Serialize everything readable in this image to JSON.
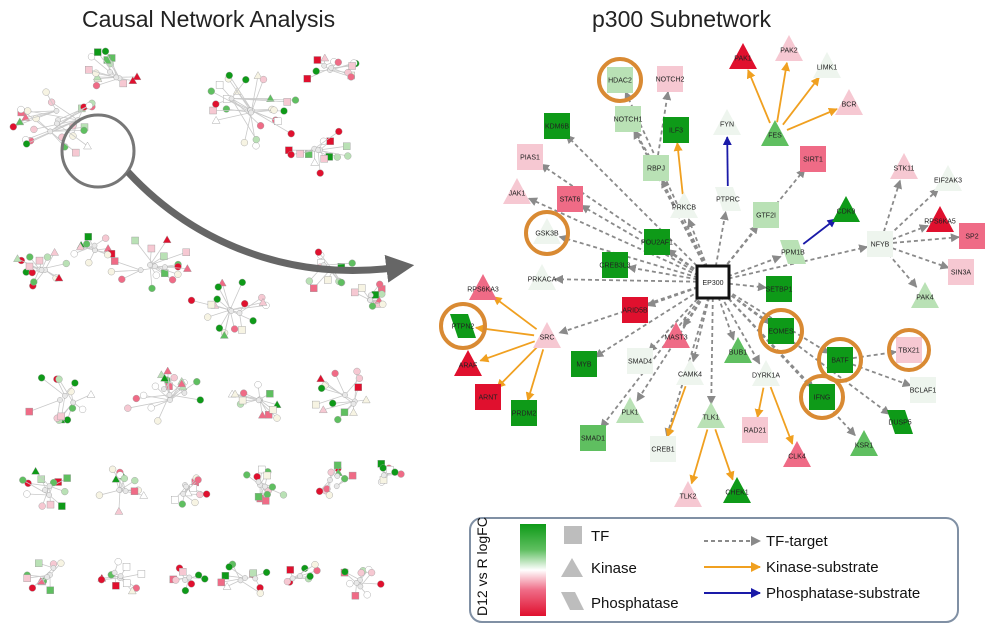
{
  "titles": {
    "left": "Causal Network Analysis",
    "right": "p300 Subnetwork"
  },
  "colors": {
    "up_strong": "#0e9a18",
    "up_mid": "#5fbf60",
    "up_light": "#b9e1b5",
    "neutral": "#eef5ee",
    "down_light": "#f6c8d2",
    "down_mid": "#ef6b86",
    "down_strong": "#e0102e",
    "highlight_ring": "#d98a33",
    "edge_tf": "#8a8a8a",
    "edge_kinase": "#f0a020",
    "edge_phosphatase": "#1a1aa8"
  },
  "hub": {
    "id": "EP300",
    "label": "EP300"
  },
  "nodes": [
    {
      "id": "PAK1",
      "label": "PAK1",
      "shape": "kinase",
      "color": "down_strong"
    },
    {
      "id": "PAK2",
      "label": "PAK2",
      "shape": "kinase",
      "color": "down_light"
    },
    {
      "id": "LIMK1",
      "label": "LIMK1",
      "shape": "kinase",
      "color": "neutral"
    },
    {
      "id": "BCR",
      "label": "BCR",
      "shape": "kinase",
      "color": "down_light"
    },
    {
      "id": "FES",
      "label": "FES",
      "shape": "kinase",
      "color": "up_mid"
    },
    {
      "id": "FYN",
      "label": "FYN",
      "shape": "kinase",
      "color": "neutral"
    },
    {
      "id": "HDAC2",
      "label": "HDAC2",
      "shape": "tf",
      "color": "up_light"
    },
    {
      "id": "NOTCH2",
      "label": "NOTCH2",
      "shape": "tf",
      "color": "down_light"
    },
    {
      "id": "NOTCH1",
      "label": "NOTCH1",
      "shape": "tf",
      "color": "up_light"
    },
    {
      "id": "ILF3",
      "label": "ILF3",
      "shape": "tf",
      "color": "up_strong"
    },
    {
      "id": "KDM6B",
      "label": "KDM6B",
      "shape": "tf",
      "color": "up_strong"
    },
    {
      "id": "RBPJ",
      "label": "RBPJ",
      "shape": "tf",
      "color": "up_light"
    },
    {
      "id": "PIAS1",
      "label": "PIAS1",
      "shape": "tf",
      "color": "down_light"
    },
    {
      "id": "SIRT1",
      "label": "SIRT1",
      "shape": "tf",
      "color": "down_mid"
    },
    {
      "id": "STK11",
      "label": "STK11",
      "shape": "kinase",
      "color": "down_light"
    },
    {
      "id": "EIF2AK3",
      "label": "EIF2AK3",
      "shape": "kinase",
      "color": "neutral"
    },
    {
      "id": "JAK1",
      "label": "JAK1",
      "shape": "kinase",
      "color": "down_light"
    },
    {
      "id": "STAT6",
      "label": "STAT6",
      "shape": "tf",
      "color": "down_mid"
    },
    {
      "id": "PRKCB",
      "label": "PRKCB",
      "shape": "kinase",
      "color": "neutral"
    },
    {
      "id": "PTPRC",
      "label": "PTPRC",
      "shape": "phosphatase",
      "color": "neutral"
    },
    {
      "id": "GTF2I",
      "label": "GTF2I",
      "shape": "tf",
      "color": "up_light"
    },
    {
      "id": "CDK9",
      "label": "CDK9",
      "shape": "kinase",
      "color": "up_strong"
    },
    {
      "id": "RPS6KA5",
      "label": "RPS6KA5",
      "shape": "kinase",
      "color": "down_strong"
    },
    {
      "id": "SP2",
      "label": "SP2",
      "shape": "tf",
      "color": "down_mid"
    },
    {
      "id": "NFYB",
      "label": "NFYB",
      "shape": "tf",
      "color": "neutral"
    },
    {
      "id": "GSK3B",
      "label": "GSK3B",
      "shape": "kinase",
      "color": "neutral"
    },
    {
      "id": "PPM1B",
      "label": "PPM1B",
      "shape": "phosphatase",
      "color": "up_light"
    },
    {
      "id": "SIN3A",
      "label": "SIN3A",
      "shape": "tf",
      "color": "down_light"
    },
    {
      "id": "CREB3L3",
      "label": "CREB3L3",
      "shape": "tf",
      "color": "up_strong"
    },
    {
      "id": "POU2AF1",
      "label": "POU2AF1",
      "shape": "tf",
      "color": "up_strong"
    },
    {
      "id": "PRKACA",
      "label": "PRKACA",
      "shape": "kinase",
      "color": "neutral"
    },
    {
      "id": "PAK4",
      "label": "PAK4",
      "shape": "kinase",
      "color": "up_light"
    },
    {
      "id": "RPS6KA3",
      "label": "RPS6KA3",
      "shape": "kinase",
      "color": "down_mid"
    },
    {
      "id": "SETBP1",
      "label": "SETBP1",
      "shape": "tf",
      "color": "up_strong"
    },
    {
      "id": "PTPN2",
      "label": "PTPN2",
      "shape": "phosphatase",
      "color": "up_strong"
    },
    {
      "id": "SRC",
      "label": "SRC",
      "shape": "kinase",
      "color": "down_light"
    },
    {
      "id": "ARID5B",
      "label": "ARID5B",
      "shape": "tf",
      "color": "down_strong"
    },
    {
      "id": "EOMES",
      "label": "EOMES",
      "shape": "tf",
      "color": "up_strong"
    },
    {
      "id": "TBX21",
      "label": "TBX21",
      "shape": "tf",
      "color": "down_light"
    },
    {
      "id": "MAST3",
      "label": "MAST3",
      "shape": "kinase",
      "color": "down_mid"
    },
    {
      "id": "ARAF",
      "label": "ARAF",
      "shape": "kinase",
      "color": "down_strong"
    },
    {
      "id": "BUB1",
      "label": "BUB1",
      "shape": "kinase",
      "color": "up_mid"
    },
    {
      "id": "SMAD4",
      "label": "SMAD4",
      "shape": "tf",
      "color": "neutral"
    },
    {
      "id": "MYB",
      "label": "MYB",
      "shape": "tf",
      "color": "up_strong"
    },
    {
      "id": "BATF",
      "label": "BATF",
      "shape": "tf",
      "color": "up_strong"
    },
    {
      "id": "ARNT",
      "label": "ARNT",
      "shape": "tf",
      "color": "down_strong"
    },
    {
      "id": "DYRK1A",
      "label": "DYRK1A",
      "shape": "kinase",
      "color": "neutral"
    },
    {
      "id": "CAMK4",
      "label": "CAMK4",
      "shape": "kinase",
      "color": "neutral"
    },
    {
      "id": "BCLAF1",
      "label": "BCLAF1",
      "shape": "tf",
      "color": "neutral"
    },
    {
      "id": "IFNG",
      "label": "IFNG",
      "shape": "tf",
      "color": "up_strong"
    },
    {
      "id": "PRDM2",
      "label": "PRDM2",
      "shape": "tf",
      "color": "up_strong"
    },
    {
      "id": "PLK1",
      "label": "PLK1",
      "shape": "kinase",
      "color": "up_light"
    },
    {
      "id": "DUSP5",
      "label": "DUSP5",
      "shape": "phosphatase",
      "color": "up_strong"
    },
    {
      "id": "TLK1",
      "label": "TLK1",
      "shape": "kinase",
      "color": "up_light"
    },
    {
      "id": "SMAD1",
      "label": "SMAD1",
      "shape": "tf",
      "color": "up_mid"
    },
    {
      "id": "RAD21",
      "label": "RAD21",
      "shape": "tf",
      "color": "down_light"
    },
    {
      "id": "KSR1",
      "label": "KSR1",
      "shape": "kinase",
      "color": "up_mid"
    },
    {
      "id": "CREB1",
      "label": "CREB1",
      "shape": "tf",
      "color": "neutral"
    },
    {
      "id": "CLK4",
      "label": "CLK4",
      "shape": "kinase",
      "color": "down_mid"
    },
    {
      "id": "TLK2",
      "label": "TLK2",
      "shape": "kinase",
      "color": "down_light"
    },
    {
      "id": "CHEK1",
      "label": "CHEK1",
      "shape": "kinase",
      "color": "up_strong"
    }
  ],
  "highlighted": [
    "HDAC2",
    "GSK3B",
    "PTPN2",
    "EOMES",
    "BATF",
    "TBX21",
    "IFNG"
  ],
  "edges": [
    {
      "from": "EP300",
      "to": "HDAC2",
      "type": "tf"
    },
    {
      "from": "EP300",
      "to": "NOTCH1",
      "type": "tf"
    },
    {
      "from": "EP300",
      "to": "KDM6B",
      "type": "tf"
    },
    {
      "from": "EP300",
      "to": "PIAS1",
      "type": "tf"
    },
    {
      "from": "EP300",
      "to": "JAK1",
      "type": "tf"
    },
    {
      "from": "EP300",
      "to": "STAT6",
      "type": "tf"
    },
    {
      "from": "EP300",
      "to": "RBPJ",
      "type": "tf"
    },
    {
      "from": "EP300",
      "to": "PRKCB",
      "type": "tf"
    },
    {
      "from": "EP300",
      "to": "PTPRC",
      "type": "tf"
    },
    {
      "from": "EP300",
      "to": "GTF2I",
      "type": "tf"
    },
    {
      "from": "EP300",
      "to": "SIRT1",
      "type": "tf"
    },
    {
      "from": "EP300",
      "to": "PPM1B",
      "type": "tf"
    },
    {
      "from": "EP300",
      "to": "NFYB",
      "type": "tf"
    },
    {
      "from": "EP300",
      "to": "GSK3B",
      "type": "tf"
    },
    {
      "from": "EP300",
      "to": "CREB3L3",
      "type": "tf"
    },
    {
      "from": "EP300",
      "to": "POU2AF1",
      "type": "tf"
    },
    {
      "from": "EP300",
      "to": "PRKACA",
      "type": "tf"
    },
    {
      "from": "EP300",
      "to": "SETBP1",
      "type": "tf"
    },
    {
      "from": "EP300",
      "to": "SRC",
      "type": "tf"
    },
    {
      "from": "EP300",
      "to": "ARID5B",
      "type": "tf"
    },
    {
      "from": "EP300",
      "to": "EOMES",
      "type": "tf"
    },
    {
      "from": "EP300",
      "to": "MAST3",
      "type": "tf"
    },
    {
      "from": "EP300",
      "to": "BUB1",
      "type": "tf"
    },
    {
      "from": "EP300",
      "to": "SMAD4",
      "type": "tf"
    },
    {
      "from": "EP300",
      "to": "MYB",
      "type": "tf"
    },
    {
      "from": "EP300",
      "to": "BATF",
      "type": "tf"
    },
    {
      "from": "EP300",
      "to": "DYRK1A",
      "type": "tf"
    },
    {
      "from": "EP300",
      "to": "CAMK4",
      "type": "tf"
    },
    {
      "from": "EP300",
      "to": "IFNG",
      "type": "tf"
    },
    {
      "from": "EP300",
      "to": "PLK1",
      "type": "tf"
    },
    {
      "from": "EP300",
      "to": "TLK1",
      "type": "tf"
    },
    {
      "from": "EP300",
      "to": "SMAD1",
      "type": "tf"
    },
    {
      "from": "EP300",
      "to": "CREB1",
      "type": "tf"
    },
    {
      "from": "EP300",
      "to": "DUSP5",
      "type": "tf"
    },
    {
      "from": "EP300",
      "to": "KSR1",
      "type": "tf"
    },
    {
      "from": "RBPJ",
      "to": "NOTCH2",
      "type": "tf"
    },
    {
      "from": "RBPJ",
      "to": "NOTCH1",
      "type": "tf"
    },
    {
      "from": "NFYB",
      "to": "STK11",
      "type": "tf"
    },
    {
      "from": "NFYB",
      "to": "EIF2AK3",
      "type": "tf"
    },
    {
      "from": "NFYB",
      "to": "RPS6KA5",
      "type": "tf"
    },
    {
      "from": "NFYB",
      "to": "SP2",
      "type": "tf"
    },
    {
      "from": "NFYB",
      "to": "SIN3A",
      "type": "tf"
    },
    {
      "from": "NFYB",
      "to": "PAK4",
      "type": "tf"
    },
    {
      "from": "BATF",
      "to": "TBX21",
      "type": "tf"
    },
    {
      "from": "BATF",
      "to": "BCLAF1",
      "type": "tf"
    },
    {
      "from": "PRKCB",
      "to": "ILF3",
      "type": "kinase"
    },
    {
      "from": "FES",
      "to": "PAK1",
      "type": "kinase"
    },
    {
      "from": "FES",
      "to": "PAK2",
      "type": "kinase"
    },
    {
      "from": "FES",
      "to": "LIMK1",
      "type": "kinase"
    },
    {
      "from": "FES",
      "to": "BCR",
      "type": "kinase"
    },
    {
      "from": "SRC",
      "to": "RPS6KA3",
      "type": "kinase"
    },
    {
      "from": "SRC",
      "to": "PTPN2",
      "type": "kinase"
    },
    {
      "from": "SRC",
      "to": "ARAF",
      "type": "kinase"
    },
    {
      "from": "SRC",
      "to": "ARNT",
      "type": "kinase"
    },
    {
      "from": "SRC",
      "to": "PRDM2",
      "type": "kinase"
    },
    {
      "from": "CAMK4",
      "to": "CREB1",
      "type": "kinase"
    },
    {
      "from": "DYRK1A",
      "to": "RAD21",
      "type": "kinase"
    },
    {
      "from": "DYRK1A",
      "to": "CLK4",
      "type": "kinase"
    },
    {
      "from": "TLK1",
      "to": "TLK2",
      "type": "kinase"
    },
    {
      "from": "TLK1",
      "to": "CHEK1",
      "type": "kinase"
    },
    {
      "from": "PTPRC",
      "to": "FYN",
      "type": "phosphatase"
    },
    {
      "from": "PPM1B",
      "to": "CDK9",
      "type": "phosphatase"
    }
  ],
  "legend": {
    "scale_label": "D12 vs R logFC",
    "shapes": [
      {
        "shape": "tf",
        "label": "TF"
      },
      {
        "shape": "kinase",
        "label": "Kinase"
      },
      {
        "shape": "phosphatase",
        "label": "Phosphatase"
      }
    ],
    "edges": [
      {
        "type": "tf",
        "label": "TF-target"
      },
      {
        "type": "kinase",
        "label": "Kinase-substrate"
      },
      {
        "type": "phosphatase",
        "label": "Phosphatase-substrate"
      }
    ]
  }
}
